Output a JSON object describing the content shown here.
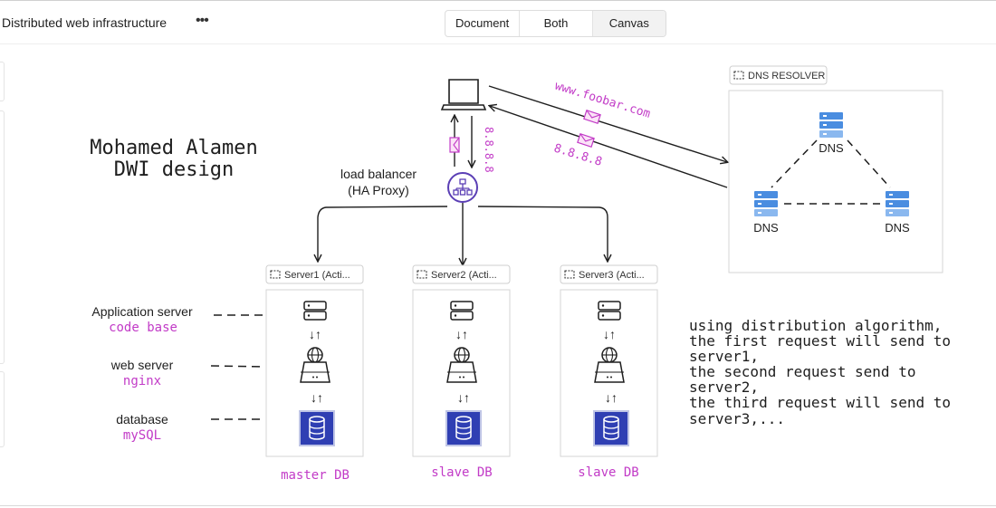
{
  "header": {
    "title": "Distributed web infrastructure",
    "more": "•••",
    "views": [
      "Document",
      "Both",
      "Canvas"
    ],
    "active_view": "Canvas"
  },
  "diagram": {
    "title_line1": "Mohamed Alamen",
    "title_line2": "DWI design",
    "lb_line1": "load balancer",
    "lb_line2": "(HA Proxy)",
    "domain": "www.foobar.com",
    "ip_return": "8.8.8.8",
    "ip_vertical": "8.8.8.8",
    "dns_resolver": "DNS RESOLVER",
    "dns_labels": [
      "DNS",
      "DNS",
      "DNS"
    ],
    "servers": [
      {
        "label": "Server1 (Acti...",
        "db": "master DB"
      },
      {
        "label": "Server2 (Acti...",
        "db": "slave DB"
      },
      {
        "label": "Server3 (Acti...",
        "db": "slave DB"
      }
    ],
    "layers": [
      {
        "name": "Application server",
        "tech": "code base"
      },
      {
        "name": "web server",
        "tech": "nginx"
      },
      {
        "name": "database",
        "tech": "mySQL"
      }
    ],
    "note": [
      "using distribution algorithm,",
      "the first request will send to",
      "server1,",
      "the second request send to",
      "server2,",
      "the third request will send to",
      "server3,..."
    ],
    "updown_glyph": "↓↑"
  },
  "colors": {
    "accent": "#c23bc7",
    "lb_purple": "#5b3fb5",
    "dns_blue": "#4a8de0",
    "db_blue": "#2f3fb3",
    "ink": "#1e1e1e"
  }
}
